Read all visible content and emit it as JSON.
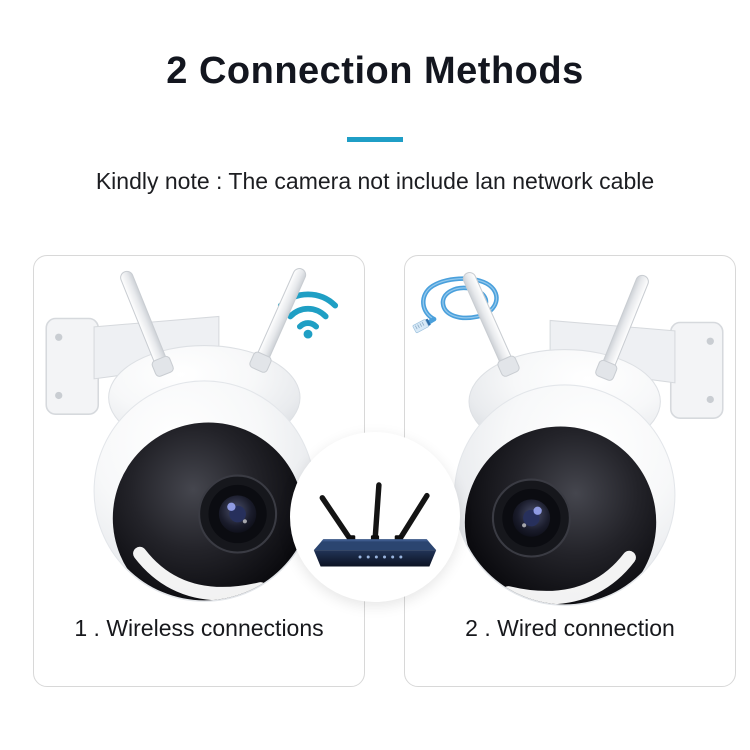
{
  "page": {
    "title": "2 Connection Methods",
    "note": "Kindly note : The camera not include lan network cable",
    "accent_color": "#1f9ec6"
  },
  "cards": [
    {
      "label": "1 . Wireless connections",
      "icon": "wifi-icon",
      "illustration": "wireless-security-camera"
    },
    {
      "label": "2 . Wired connection",
      "icon": "lan-cable-icon",
      "illustration": "wired-security-camera"
    }
  ],
  "center_badge": {
    "icon": "router-icon"
  }
}
